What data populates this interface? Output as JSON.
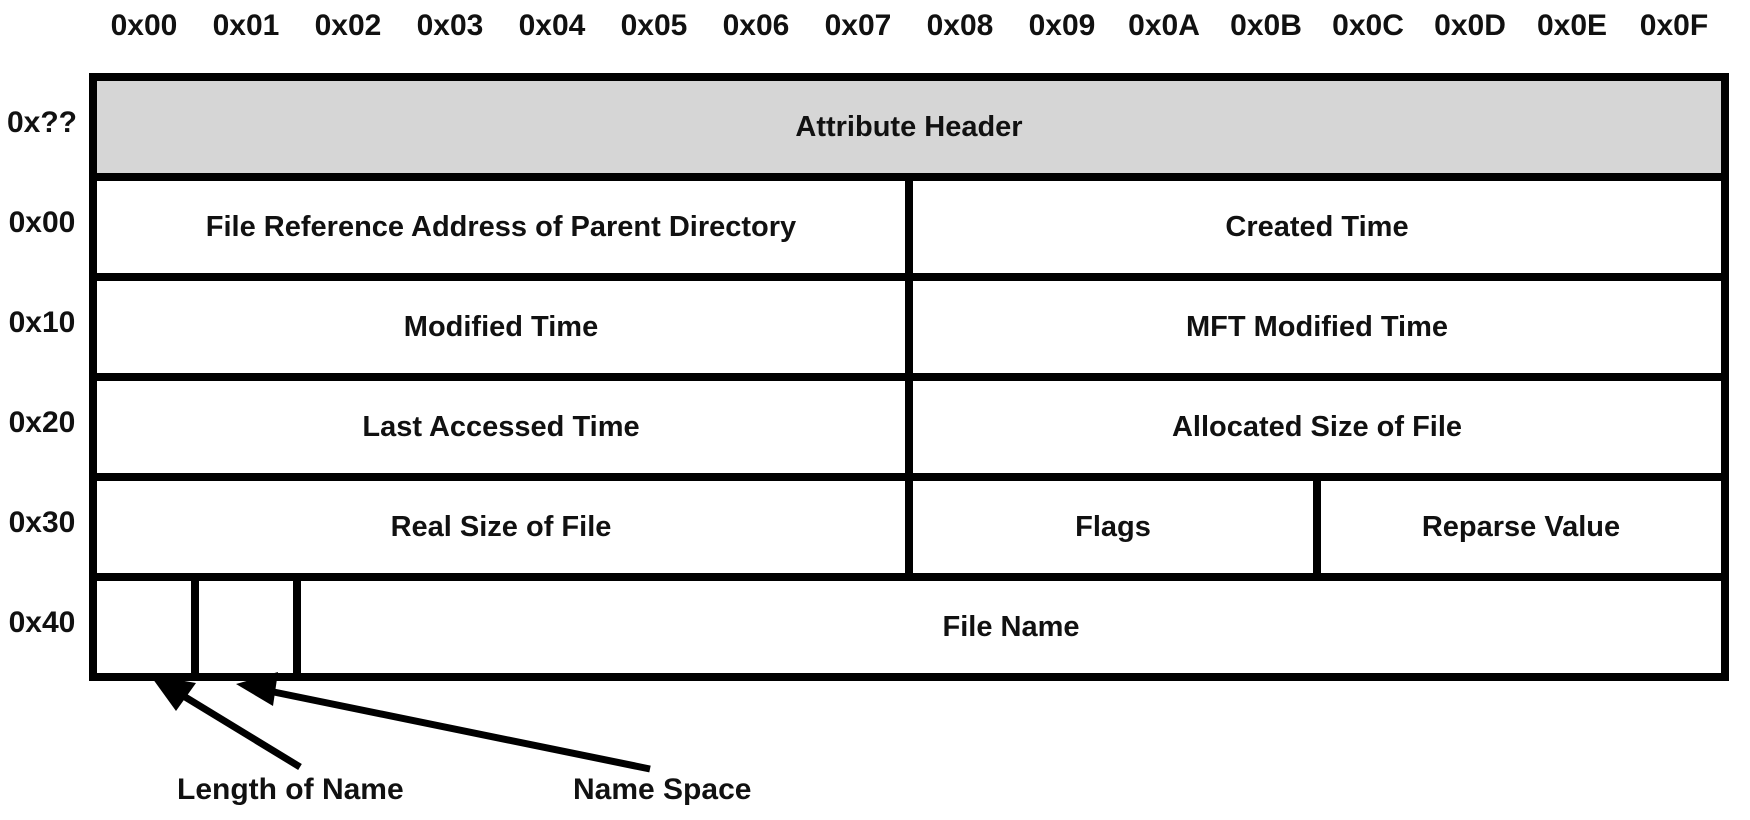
{
  "columns": [
    "0x00",
    "0x01",
    "0x02",
    "0x03",
    "0x04",
    "0x05",
    "0x06",
    "0x07",
    "0x08",
    "0x09",
    "0x0A",
    "0x0B",
    "0x0C",
    "0x0D",
    "0x0E",
    "0x0F"
  ],
  "rows": [
    "0x??",
    "0x00",
    "0x10",
    "0x20",
    "0x30",
    "0x40"
  ],
  "fields": {
    "attribute_header": "Attribute Header",
    "parent_directory": "File Reference Address of Parent Directory",
    "created_time": "Created Time",
    "modified_time": "Modified Time",
    "mft_modified_time": "MFT Modified Time",
    "last_accessed_time": "Last Accessed Time",
    "allocated_size": "Allocated Size of File",
    "real_size": "Real Size of File",
    "flags": "Flags",
    "reparse_value": "Reparse Value",
    "length_of_name": "",
    "name_space": "",
    "file_name": "File Name"
  },
  "callouts": {
    "length_of_name": "Length of Name",
    "name_space": "Name Space"
  },
  "colors": {
    "header_fill": "#d6d6d6",
    "border": "#000000"
  }
}
